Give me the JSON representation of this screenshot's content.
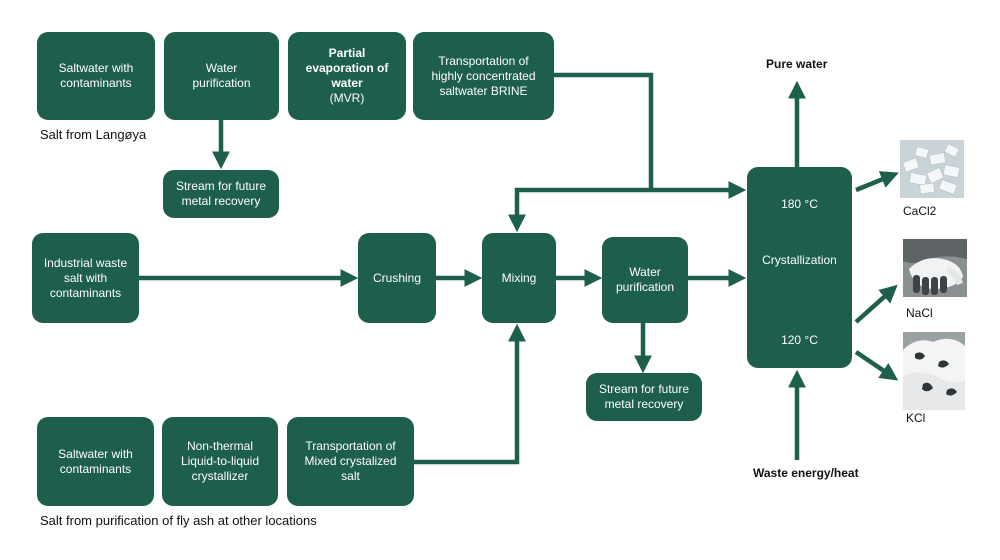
{
  "colors": {
    "box": "#1e5e4c",
    "arrow": "#1e5e4c",
    "text": "#111111"
  },
  "boxes": {
    "saltwater_top": "Saltwater with\ncontaminants",
    "water_purification_top": "Water\npurification",
    "partial_evaporation_line1": "Partial\nevaporation of\nwater",
    "partial_evaporation_line2": "(MVR)",
    "transport_brine": "Transportation of\nhighly concentrated\nsaltwater BRINE",
    "stream_top": "Stream for future\nmetal recovery",
    "industrial_waste": "Industrial waste\nsalt with\ncontaminants",
    "crushing": "Crushing",
    "mixing": "Mixing",
    "water_purification_mid": "Water\npurification",
    "stream_mid": "Stream for future\nmetal recovery",
    "saltwater_bottom": "Saltwater with\ncontaminants",
    "non_thermal": "Non-thermal\nLiquid-to-liquid\ncrystallizer",
    "transport_mixed": "Transportation of\nMixed crystalized\nsalt",
    "crystallizer_top": "180 °C",
    "crystallizer_mid": "Crystallization",
    "crystallizer_bottom": "120 °C"
  },
  "labels": {
    "salt_langoya": "Salt from Langøya",
    "salt_fly_ash": "Salt from purification of fly ash at other locations",
    "pure_water": "Pure water",
    "waste_energy": "Waste energy/heat",
    "cacl2": "CaCl2",
    "nacl": "NaCl",
    "kcl": "KCl"
  },
  "photos": {
    "cacl2": "salt-crystals-icon",
    "nacl": "salt-gloves-icon",
    "kcl": "salt-pile-icon"
  }
}
